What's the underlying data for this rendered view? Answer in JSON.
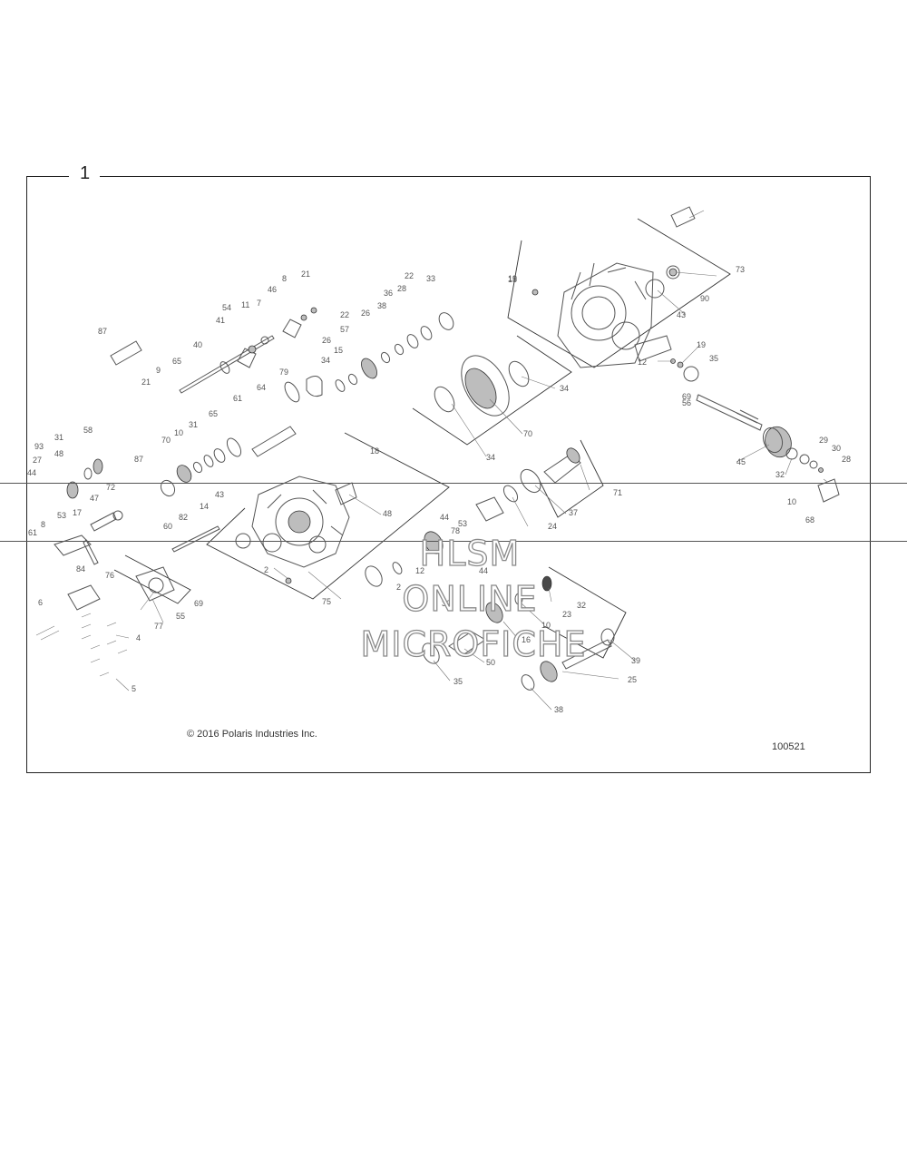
{
  "assembly_number": "1",
  "copyright": "© 2016 Polaris Industries Inc.",
  "drawing_number": "100521",
  "watermark": {
    "line1": "HLSM",
    "line2": "ONLINE",
    "line3": "MICROFICHE"
  },
  "callouts": [
    "87",
    "9",
    "21",
    "65",
    "40",
    "41",
    "54",
    "11",
    "7",
    "46",
    "8",
    "21",
    "22",
    "33",
    "36",
    "28",
    "22",
    "26",
    "38",
    "57",
    "15",
    "26",
    "34",
    "79",
    "64",
    "61",
    "65",
    "31",
    "10",
    "70",
    "87",
    "58",
    "48",
    "31",
    "93",
    "27",
    "44",
    "17",
    "72",
    "47",
    "61",
    "8",
    "53",
    "84",
    "82",
    "60",
    "43",
    "14",
    "18",
    "2",
    "48",
    "75",
    "76",
    "69",
    "55",
    "77",
    "6",
    "4",
    "5",
    "19",
    "73",
    "90",
    "43",
    "19",
    "35",
    "12",
    "56",
    "69",
    "15",
    "34",
    "70",
    "34",
    "71",
    "37",
    "24",
    "44",
    "45",
    "29",
    "30",
    "28",
    "32",
    "10",
    "68",
    "12",
    "2",
    "30",
    "53",
    "44",
    "78",
    "32",
    "23",
    "10",
    "16",
    "25",
    "39",
    "35",
    "38",
    "50"
  ]
}
